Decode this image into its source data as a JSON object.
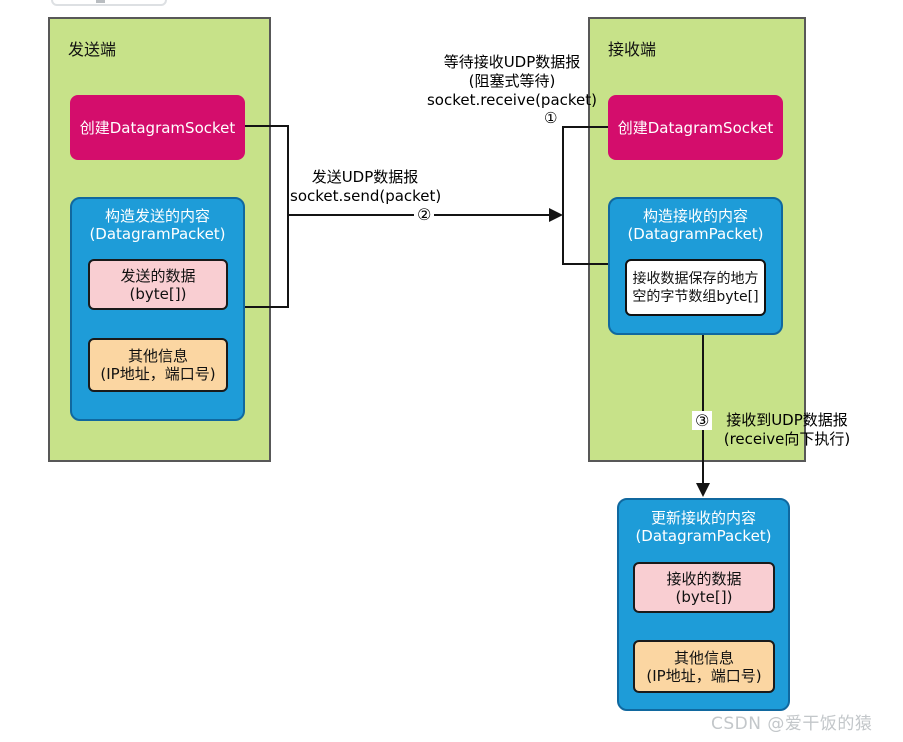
{
  "window": {
    "watermark": "CSDN @爱干饭的猿"
  },
  "colors": {
    "container_green": "#c7e289",
    "socket_magenta": "#d40d6c",
    "packet_blue": "#1e9cd8",
    "data_pink": "#f9ced2",
    "info_orange": "#fbd6a2",
    "line_black": "#141414"
  },
  "sender": {
    "title": "发送端",
    "create_socket": "创建DatagramSocket",
    "packet": {
      "line1": "构造发送的内容",
      "line2": "(DatagramPacket)"
    },
    "data": {
      "line1": "发送的数据",
      "line2": "(byte[])"
    },
    "info": {
      "line1": "其他信息",
      "line2": "(IP地址，端口号)"
    }
  },
  "receiver": {
    "title": "接收端",
    "create_socket": "创建DatagramSocket",
    "packet": {
      "line1": "构造接收的内容",
      "line2": "(DatagramPacket)"
    },
    "buffer": {
      "line1": "接收数据保存的地方",
      "line2": "空的字节数组byte[]"
    }
  },
  "result": {
    "packet": {
      "line1": "更新接收的内容",
      "line2": "(DatagramPacket)"
    },
    "data": {
      "line1": "接收的数据",
      "line2": "(byte[])"
    },
    "info": {
      "line1": "其他信息",
      "line2": "(IP地址，端口号)"
    }
  },
  "annotations": {
    "wait": {
      "line1": "等待接收UDP数据报",
      "line2": "(阻塞式等待)",
      "line3": "socket.receive(packet)",
      "step": "①"
    },
    "send": {
      "line1": "发送UDP数据报",
      "line2": "socket.send(packet)",
      "step": "②"
    },
    "receive": {
      "line1": "接收到UDP数据报",
      "line2": "(receive向下执行)",
      "step": "③"
    }
  }
}
